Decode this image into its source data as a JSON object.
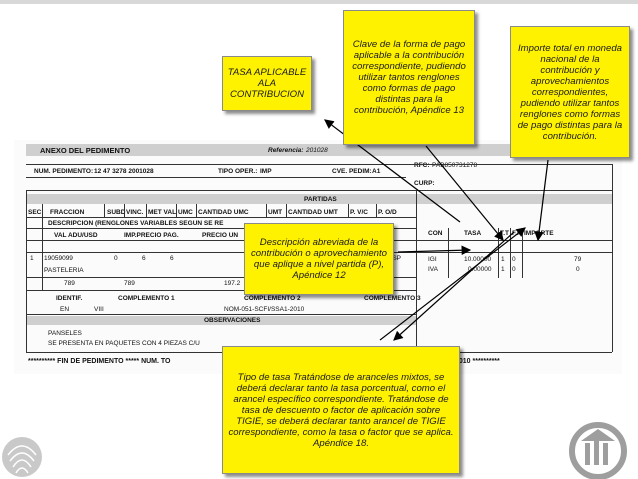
{
  "callouts": {
    "tasa_aplicable": "TASA APLICABLE ALA CONTRIBUCION",
    "clave_forma_pago": "Clave de la forma de pago aplicable a la contribución correspondiente, pudiendo utilizar tantos renglones como formas de pago distintas para la contribución, Apéndice 13",
    "importe_total": "Importe total en moneda nacional de la contribución y aprovechamientos correspondientes, pudiendo utilizar tantos renglones como formas de pago distintas para la contribución.",
    "descripcion_abreviada": "Descripción abreviada de la contribución o aprovechamiento que aplique a nivel partida (P), Apéndice 12",
    "tipo_tasa": "Tipo de tasa Tratándose de aranceles mixtos, se deberá declarar tanto la tasa porcentual, como el arancel específico correspondiente. Tratándose de tasa de descuento o factor de aplicación sobre TIGIE, se deberá declarar tanto arancel de TIGIE correspondiente, como la tasa o factor que se aplica. Apéndice 18."
  },
  "form": {
    "anexo_title": "ANEXO DEL PEDIMENTO",
    "referencia_label": "Referencia:",
    "referencia_value": "201028",
    "num_pedimento_label": "NUM. PEDIMENTO:",
    "num_pedimento_value": "12  47  3278  2001028",
    "tipo_oper_label": "TIPO OPER.:",
    "tipo_oper_value": "IMP",
    "cve_pedim_label": "CVE. PEDIM:",
    "cve_pedim_value": "A1",
    "rfc_label": "RFC:",
    "rfc_value": "PAB850731278",
    "curp_label": "CURP:",
    "partidas": "PARTIDAS",
    "headers_row1": [
      "SEC",
      "FRACCION",
      "SUBD",
      "VINC.",
      "MET VAL",
      "UMC",
      "CANTIDAD UMC",
      "UMT",
      "CANTIDAD UMT",
      "P. V/C",
      "P. O/D"
    ],
    "descripcion_header": "DESCRIPCION (RENGLONES VARIABLES SEGUN SE RE",
    "headers_row3": [
      "VAL ADU/USD",
      "IMP.PRECIO PAG.",
      "PRECIO UN"
    ],
    "contrib_headers": [
      "CON",
      "TASA",
      "T.T",
      "F.P",
      "IMPORTE"
    ],
    "partida_row": [
      "1",
      "19059099",
      "0",
      "6",
      "6"
    ],
    "esp": "ESP",
    "pasteleria": "PASTELERIA",
    "values_row": [
      "789",
      "789",
      "197.2"
    ],
    "contrib_rows": [
      {
        "con": "IGI",
        "tasa": "10.00000",
        "tt": "1",
        "fp": "0",
        "importe": "79"
      },
      {
        "con": "IVA",
        "tasa": "0.00000",
        "tt": "1",
        "fp": "0",
        "importe": "0"
      }
    ],
    "identif_label": "IDENTIF.",
    "identif_value": "EN",
    "comp1_label": "COMPLEMENTO 1",
    "comp1_value": "VIII",
    "comp2_label": "COMPLEMENTO 2",
    "comp2_value": "NOM-051-SCFI/SSA1-2010",
    "comp3_label": "COMPLEMENTO 3",
    "observaciones": "OBSERVACIONES",
    "obs_line1": "PANSELES",
    "obs_line2": "SE PRESENTA EN PAQUETES  CON 4 PIEZAS C/U",
    "footer_left": "**********  FIN DE PEDIMENTO  *****  NUM. TO",
    "footer_right": "ADOR:  010     **********"
  },
  "colors": {
    "callout_bg": "#fff200",
    "arrow": "#000000",
    "logo": "#9e9e9e"
  },
  "icons": {
    "left_logo": "fingerprint-globe-logo",
    "right_logo": "building-emblem-logo"
  }
}
